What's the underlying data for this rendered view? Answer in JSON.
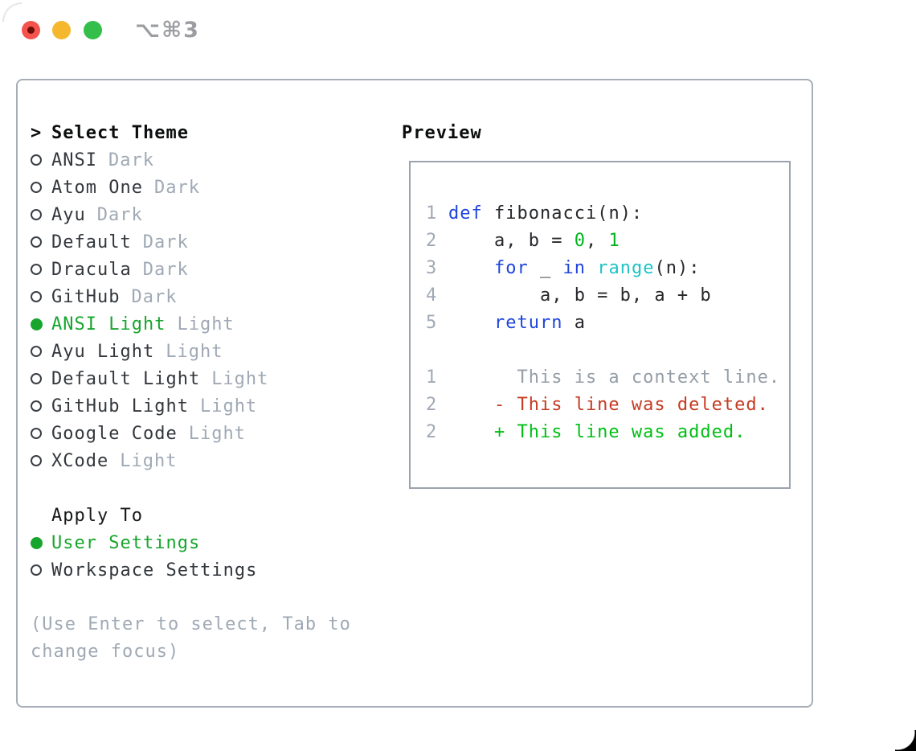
{
  "window": {
    "title": "⌥⌘3",
    "controls": [
      "close",
      "minimize",
      "zoom"
    ]
  },
  "theme_select": {
    "prompt": ">",
    "header": "Select Theme",
    "items": [
      {
        "label": "ANSI",
        "tag": "Dark",
        "selected": false
      },
      {
        "label": "Atom One",
        "tag": "Dark",
        "selected": false
      },
      {
        "label": "Ayu",
        "tag": "Dark",
        "selected": false
      },
      {
        "label": "Default",
        "tag": "Dark",
        "selected": false
      },
      {
        "label": "Dracula",
        "tag": "Dark",
        "selected": false
      },
      {
        "label": "GitHub",
        "tag": "Dark",
        "selected": false
      },
      {
        "label": "ANSI Light",
        "tag": "Light",
        "selected": true
      },
      {
        "label": "Ayu Light",
        "tag": "Light",
        "selected": false
      },
      {
        "label": "Default Light",
        "tag": "Light",
        "selected": false
      },
      {
        "label": "GitHub Light",
        "tag": "Light",
        "selected": false
      },
      {
        "label": "Google Code",
        "tag": "Light",
        "selected": false
      },
      {
        "label": "XCode",
        "tag": "Light",
        "selected": false
      }
    ]
  },
  "apply_to": {
    "header": "Apply To",
    "items": [
      {
        "label": "User Settings",
        "selected": true
      },
      {
        "label": "Workspace Settings",
        "selected": false
      }
    ]
  },
  "hint": "(Use Enter to select, Tab to change focus)",
  "preview": {
    "header": "Preview",
    "code_lines": [
      {
        "num": "1",
        "segments": [
          {
            "t": "def",
            "c": "kw"
          },
          {
            "t": " fibonacci(n):",
            "c": "plain"
          }
        ]
      },
      {
        "num": "2",
        "segments": [
          {
            "t": "    a, b = ",
            "c": "plain"
          },
          {
            "t": "0",
            "c": "num"
          },
          {
            "t": ", ",
            "c": "plain"
          },
          {
            "t": "1",
            "c": "num"
          }
        ]
      },
      {
        "num": "3",
        "segments": [
          {
            "t": "    ",
            "c": "plain"
          },
          {
            "t": "for",
            "c": "kw"
          },
          {
            "t": " _ ",
            "c": "plain"
          },
          {
            "t": "in",
            "c": "kw"
          },
          {
            "t": " ",
            "c": "plain"
          },
          {
            "t": "range",
            "c": "builtin"
          },
          {
            "t": "(n):",
            "c": "plain"
          }
        ]
      },
      {
        "num": "4",
        "segments": [
          {
            "t": "        a, b = b, a + b",
            "c": "plain"
          }
        ]
      },
      {
        "num": "5",
        "segments": [
          {
            "t": "    ",
            "c": "plain"
          },
          {
            "t": "return",
            "c": "kw"
          },
          {
            "t": " a",
            "c": "plain"
          }
        ]
      },
      {
        "num": "",
        "segments": []
      },
      {
        "num": "1",
        "segments": [
          {
            "t": "      This is a context line.",
            "c": "ctx"
          }
        ]
      },
      {
        "num": "2",
        "segments": [
          {
            "t": "    - This line was deleted.",
            "c": "del"
          }
        ]
      },
      {
        "num": "2",
        "segments": [
          {
            "t": "    + This line was added.",
            "c": "add"
          }
        ]
      }
    ]
  },
  "colors": {
    "accent_green": "#17a52e",
    "keyword_blue": "#1f46db",
    "builtin_cyan": "#1fc3c7",
    "number_green": "#00b41e",
    "added_green": "#00bf14",
    "deleted_red": "#c53b22",
    "muted_gray": "#9fa9b5",
    "line_number_gray": "#a0a9b4",
    "context_gray": "#969ea8",
    "text_dark": "#33373c",
    "panel_border": "#a7aeb8",
    "traffic_red": "#f4544d",
    "traffic_yellow": "#f5b72e",
    "traffic_green": "#33bf49"
  }
}
